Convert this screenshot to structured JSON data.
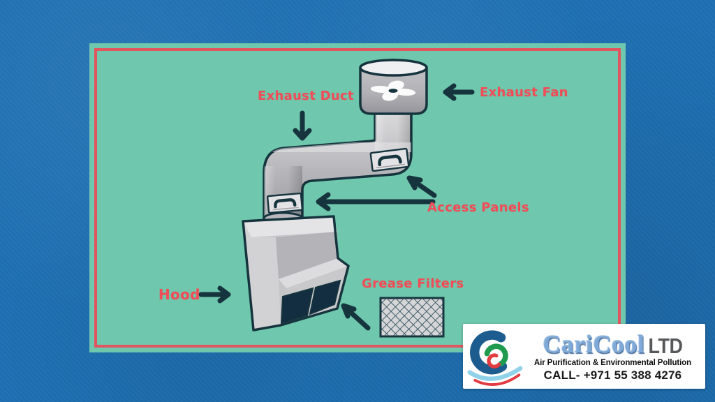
{
  "colors": {
    "background_blue": "#1e70b3",
    "panel_teal": "#6fc8ad",
    "panel_border_red": "#e2555f",
    "label_red": "#ef4d57",
    "outline_ink": "#16343e",
    "duct_metal_light": "#dcdcde",
    "duct_metal_dark": "#97979b",
    "filter_navy": "#132e40",
    "logo_blue": "#7fa9d6",
    "logo_dark_blue": "#1d5c8e",
    "logo_green": "#1f9b4f",
    "logo_red": "#e23b41",
    "logo_light_blue": "#8fd2e9"
  },
  "diagram": {
    "labels": {
      "exhaust_duct": "Exhaust Duct",
      "exhaust_fan": "Exhaust Fan",
      "access_panels": "Access Panels",
      "hood": "Hood",
      "grease_filters": "Grease Filters"
    },
    "parts": [
      "exhaust-fan",
      "exhaust-duct",
      "access-panel-upper",
      "access-panel-lower",
      "hood",
      "grease-filter-swatch"
    ]
  },
  "logo": {
    "company": "CariCool",
    "suffix": "LTD",
    "tagline": "Air Purification & Environmental Pollution",
    "phone": "CALL- +971 55 388 4276"
  }
}
